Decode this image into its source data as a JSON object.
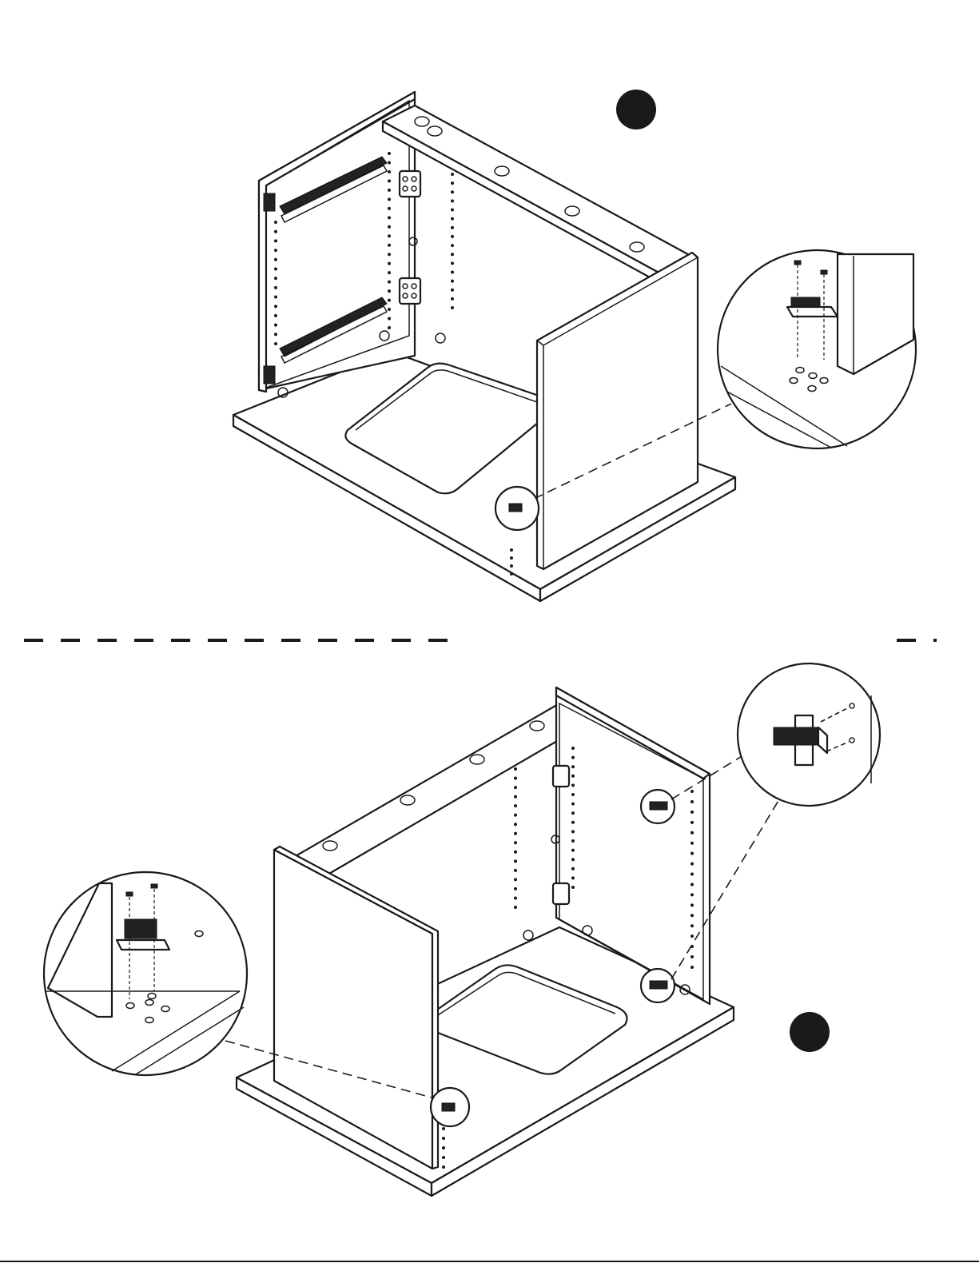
{
  "colors": {
    "ink": "#1a1a1a",
    "paper": "#ffffff"
  },
  "steps": [
    {
      "id": "top-step",
      "marker": "filled-circle"
    },
    {
      "id": "bottom-step",
      "marker": "filled-circle"
    }
  ],
  "icons": [
    "cam-lock-icon",
    "drawer-slide-icon",
    "magnetic-catch-icon",
    "hinge-plate-icon",
    "screw-icon",
    "l-bracket-icon"
  ]
}
